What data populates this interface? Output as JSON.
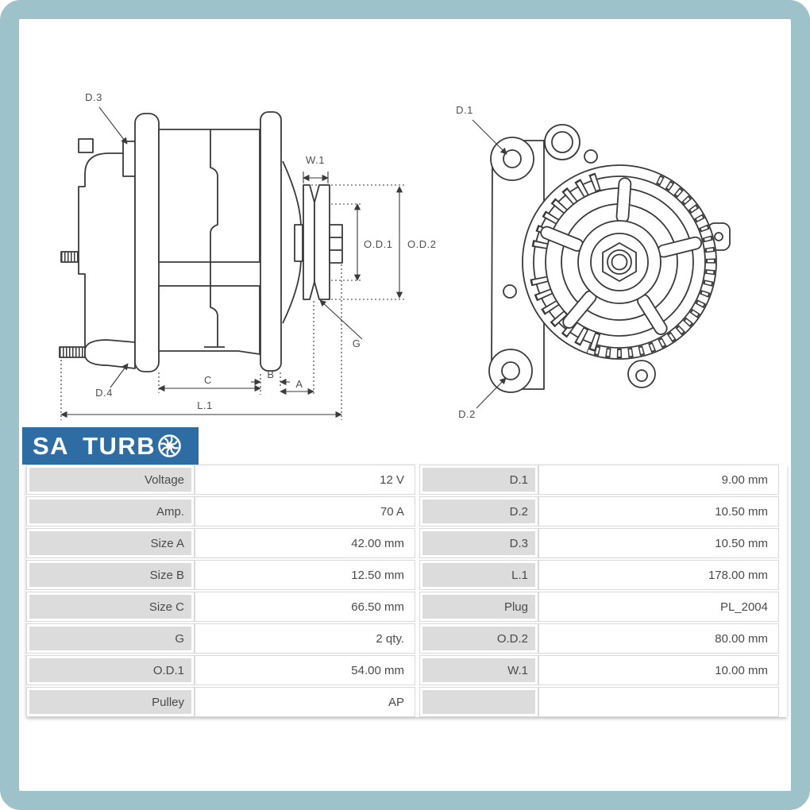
{
  "colors": {
    "frame": "#9dc2ca",
    "logo_bg": "#2e6da4",
    "label_cell_bg": "#dcdcdc",
    "cell_border": "#d9d9d9",
    "text": "#4a4a4a",
    "line": "#3a3a3a"
  },
  "logo": {
    "word1": "SA",
    "word2": "TURB",
    "icon": "turbo-fan-icon"
  },
  "diagram": {
    "labels": {
      "d3": "D.3",
      "w1": "W.1",
      "od1": "O.D.1",
      "od2": "O.D.2",
      "g": "G",
      "d4": "D.4",
      "c": "C",
      "b": "B",
      "a": "A",
      "l1": "L.1",
      "d1": "D.1",
      "d2": "D.2"
    }
  },
  "table": {
    "rows": [
      {
        "label_left": "Voltage",
        "value_left": "12 V",
        "label_right": "D.1",
        "value_right": "9.00 mm"
      },
      {
        "label_left": "Amp.",
        "value_left": "70 A",
        "label_right": "D.2",
        "value_right": "10.50 mm"
      },
      {
        "label_left": "Size A",
        "value_left": "42.00 mm",
        "label_right": "D.3",
        "value_right": "10.50 mm"
      },
      {
        "label_left": "Size B",
        "value_left": "12.50 mm",
        "label_right": "L.1",
        "value_right": "178.00 mm"
      },
      {
        "label_left": "Size C",
        "value_left": "66.50 mm",
        "label_right": "Plug",
        "value_right": "PL_2004"
      },
      {
        "label_left": "G",
        "value_left": "2 qty.",
        "label_right": "O.D.2",
        "value_right": "80.00 mm"
      },
      {
        "label_left": "O.D.1",
        "value_left": "54.00 mm",
        "label_right": "W.1",
        "value_right": "10.00 mm"
      },
      {
        "label_left": "Pulley",
        "value_left": "AP",
        "label_right": "",
        "value_right": ""
      }
    ]
  }
}
